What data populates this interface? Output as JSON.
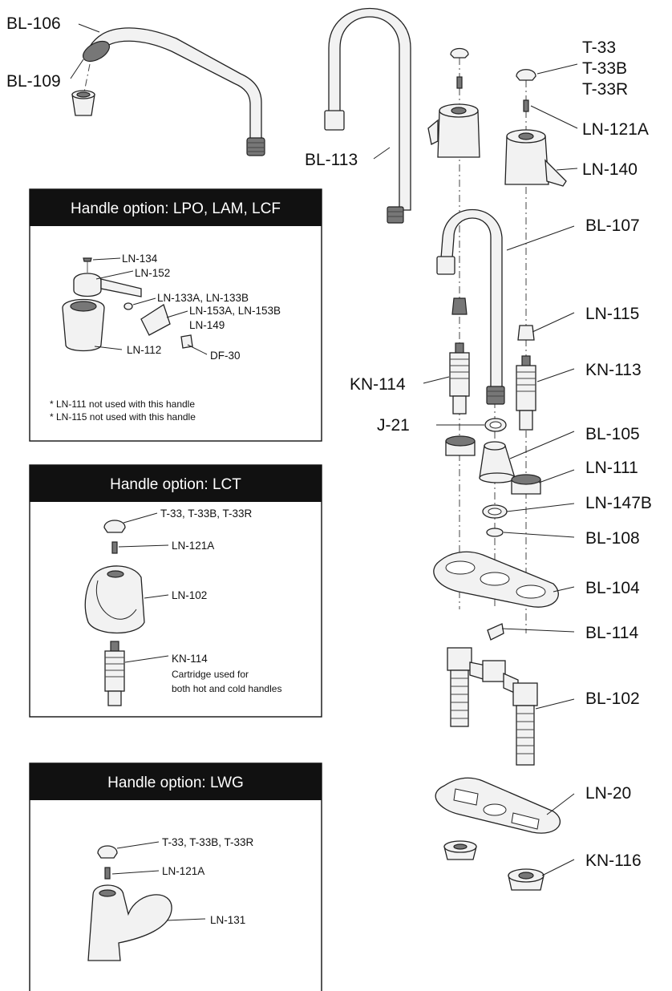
{
  "main_diagram": {
    "labels": {
      "bl106": "BL-106",
      "bl109": "BL-109",
      "bl113": "BL-113",
      "t33": "T-33",
      "t33b": "T-33B",
      "t33r": "T-33R",
      "ln121a": "LN-121A",
      "ln140": "LN-140",
      "bl107": "BL-107",
      "ln115": "LN-115",
      "kn114": "KN-114",
      "kn113": "KN-113",
      "j21": "J-21",
      "bl105": "BL-105",
      "ln111": "LN-111",
      "ln147b": "LN-147B",
      "bl108": "BL-108",
      "bl104": "BL-104",
      "bl114": "BL-114",
      "bl102": "BL-102",
      "ln20": "LN-20",
      "kn116": "KN-116"
    }
  },
  "options": [
    {
      "title": "Handle option: LPO, LAM, LCF",
      "labels": {
        "ln134": "LN-134",
        "ln152": "LN-152",
        "ln133": "LN-133A, LN-133B",
        "ln153a": "LN-153A, LN-153B",
        "ln149": "LN-149",
        "ln112": "LN-112",
        "df30": "DF-30"
      },
      "notes": [
        "* LN-111 not used with this handle",
        "* LN-115 not used with this handle"
      ]
    },
    {
      "title": "Handle option: LCT",
      "labels": {
        "t33": "T-33, T-33B, T-33R",
        "ln121a": "LN-121A",
        "ln102": "LN-102",
        "kn114": "KN-114",
        "kn114_note1": "Cartridge used for",
        "kn114_note2": "both hot and cold handles"
      }
    },
    {
      "title": "Handle option: LWG",
      "labels": {
        "t33": "T-33, T-33B, T-33R",
        "ln121a": "LN-121A",
        "ln131": "LN-131"
      }
    }
  ]
}
